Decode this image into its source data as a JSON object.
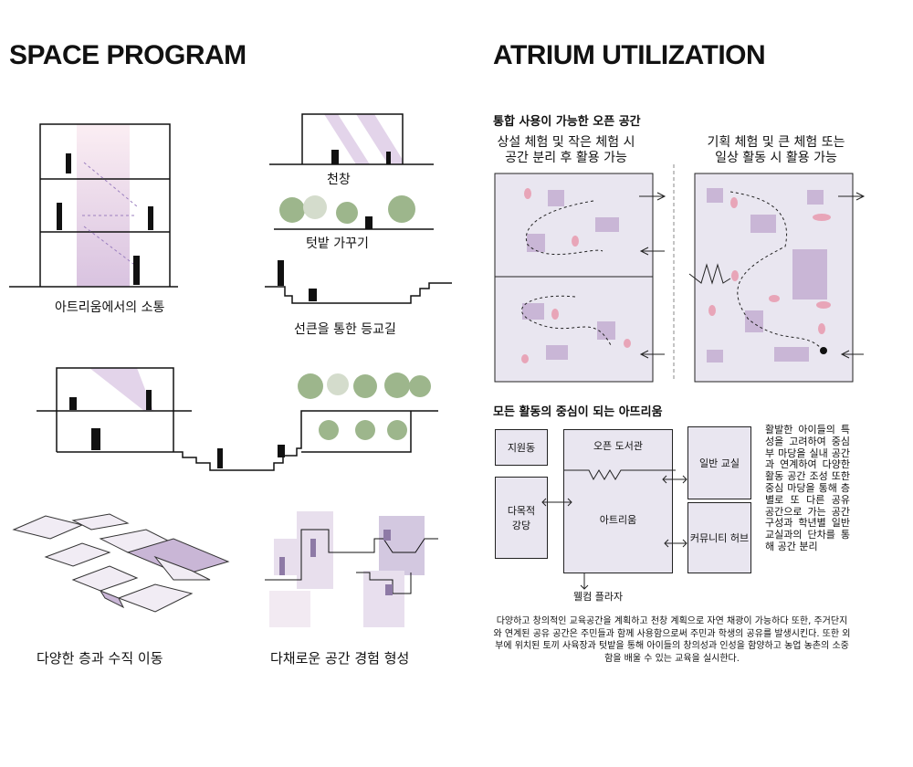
{
  "left": {
    "title": "SPACE PROGRAM",
    "captions": {
      "atrium": "아트리움에서의 소통",
      "skylight": "천창",
      "garden": "텃밭 가꾸기",
      "stairs": "선큰을 통한 등교길",
      "levels": "다양한 층과 수직 이동",
      "experience": "다채로운 공간 경험 형성"
    }
  },
  "right": {
    "title": "ATRIUM UTILIZATION",
    "section1": {
      "heading": "통합 사용이 가능한 오픈 공간",
      "left_caption": "상설 체험 및 작은 체험 시\n공간 분리 후 활용 가능",
      "right_caption": "기획 체험 및 큰 체험 또는\n일상 활동 시 활용 가능"
    },
    "section2": {
      "heading": "모든 활동의 중심이 되는 아뜨리움",
      "rooms": {
        "support": "지원동",
        "auditorium": "다목적\n강당",
        "library": "오픈 도서관",
        "atrium": "아트리움",
        "classroom": "일반 교실",
        "hub": "커뮤니티 허브",
        "plaza": "웰컴 플라자"
      },
      "side_text": "활발한 아이들의 특성을 고려하여 중심부 마당을 실내 공간과 연계하여 다양한 활동 공간 조성 또한 중심 마당을 통해 층별로 또 다른 공유 공간으로 가는 공간 구성과 학년별 일반 교실과의 단차를 통해 공간 분리"
    },
    "paragraph": "다양하고 창의적인 교육공간을 계획하고 천창 계획으로 자연 채광이 가능하다 또한, 주거단지와 연계된 공유 공간은 주민들과 함께 사용함으로써 주민과 학생의 공유를 발생시킨다. 또한 외부에 위치된 토끼 사육장과 텃밭을 통해 아이들의 창의성과 인성을 함양하고 농업 농촌의 소중함을 배울 수 있는 교육을 실시한다."
  },
  "colors": {
    "purple": "#c9b6d6",
    "pink": "#e8a5b8",
    "box": "#e9e6f0"
  }
}
